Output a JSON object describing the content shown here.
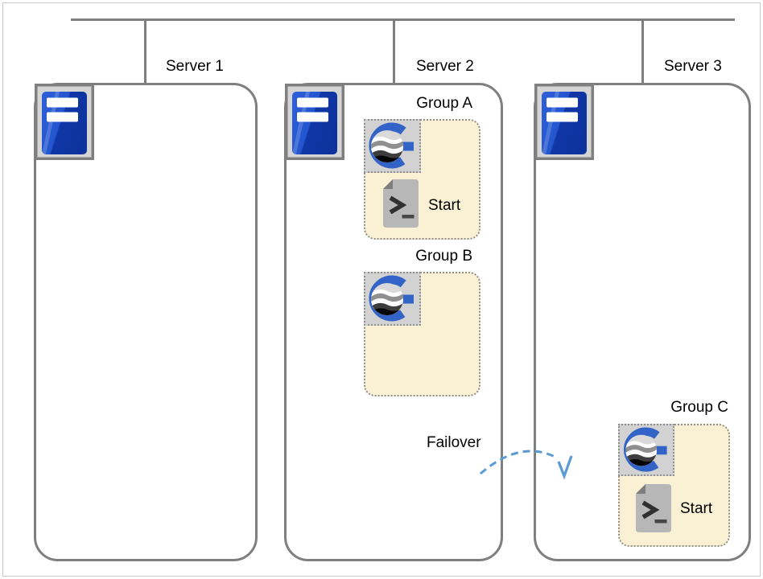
{
  "canvas": {
    "background": "#ffffff",
    "frame_color": "#c6c6c6"
  },
  "network": {
    "line_color": "#7f7f7f"
  },
  "servers": [
    {
      "label": "Server 1"
    },
    {
      "label": "Server 2"
    },
    {
      "label": "Server 3"
    }
  ],
  "groups": [
    {
      "label": "Group A",
      "host": "Server 2",
      "script_label": "Start"
    },
    {
      "label": "Group B",
      "host": "Server 2"
    },
    {
      "label": "Group C",
      "host": "Server 3",
      "script_label": "Start"
    }
  ],
  "failover": {
    "label": "Failover",
    "arrow_color": "#5B9BD5"
  },
  "icons": {
    "server": "server-icon",
    "group_logo": "cluster-group-logo-icon",
    "script": "start-script-icon",
    "failover_arrow": "failover-arrow-icon"
  },
  "colors": {
    "group_fill": "#faf0d3",
    "group_border": "#8f8f8f",
    "logo_tile_fill": "#d2d2d2",
    "server_border": "#7f7f7f",
    "server_icon_blue_light": "#2E5FD9",
    "server_icon_blue_dark": "#0F37A6",
    "group_logo_blue": "#3263C6",
    "script_gray": "#b7b7b7",
    "label_color": "#000000"
  }
}
